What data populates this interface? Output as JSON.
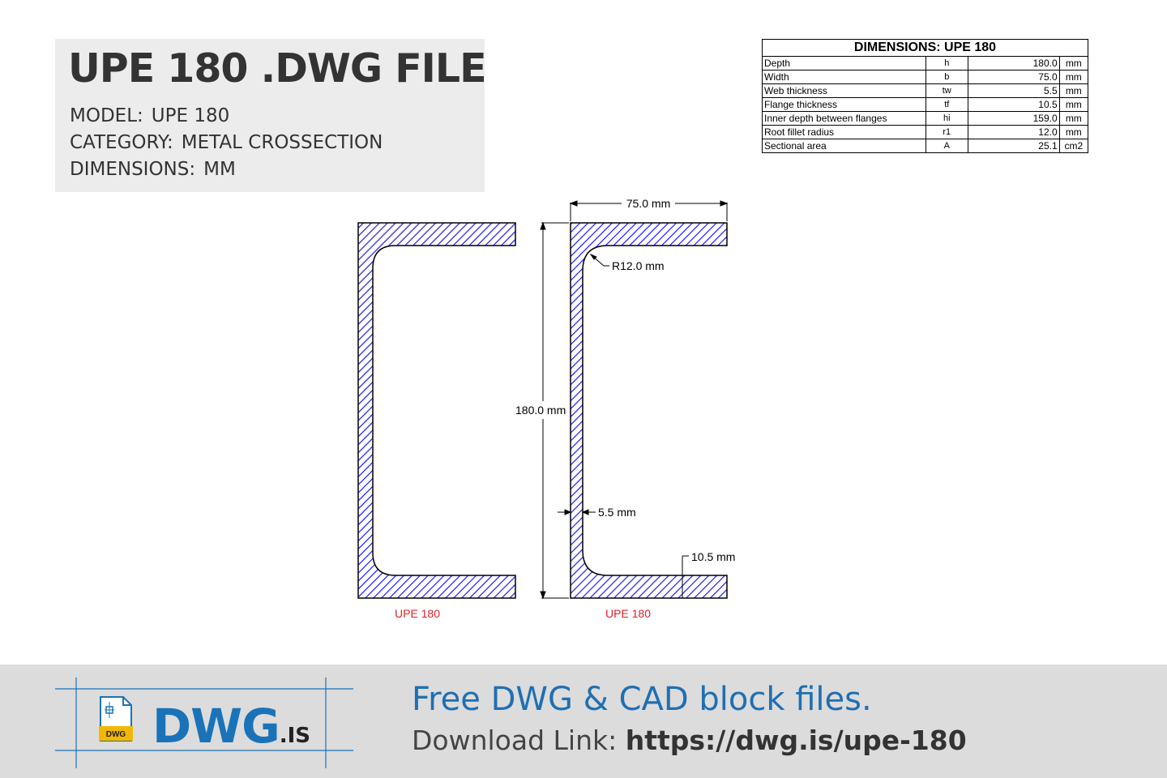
{
  "title": "UPE 180 .DWG FILE",
  "meta": {
    "model_label": "MODEL:",
    "model_value": "UPE 180",
    "category_label": "CATEGORY:",
    "category_value": "METAL CROSSECTION",
    "dimensions_label": "DIMENSIONS:",
    "dimensions_value": "MM"
  },
  "dimensions_table": {
    "title": "DIMENSIONS: UPE 180",
    "rows": [
      {
        "name": "Depth",
        "symbol": "h",
        "value": "180.0",
        "unit": "mm"
      },
      {
        "name": "Width",
        "symbol": "b",
        "value": "75.0",
        "unit": "mm"
      },
      {
        "name": "Web thickness",
        "symbol": "tw",
        "value": "5.5",
        "unit": "mm"
      },
      {
        "name": "Flange thickness",
        "symbol": "tf",
        "value": "10.5",
        "unit": "mm"
      },
      {
        "name": "Inner depth between flanges",
        "symbol": "hi",
        "value": "159.0",
        "unit": "mm"
      },
      {
        "name": "Root fillet radius",
        "symbol": "r1",
        "value": "12.0",
        "unit": "mm"
      },
      {
        "name": "Sectional area",
        "symbol": "A",
        "value": "25.1",
        "unit": "cm2"
      }
    ]
  },
  "drawing": {
    "width_label": "75.0 mm",
    "radius_label": "R12.0 mm",
    "height_label": "180.0 mm",
    "web_label": "5.5 mm",
    "flange_label": "10.5 mm",
    "caption_left": "UPE 180",
    "caption_right": "UPE 180",
    "hatch_color": "#1a1aff",
    "caption_color": "#e0202a"
  },
  "footer": {
    "logo_main": "DWG",
    "logo_suffix": ".IS",
    "logo_file_badge": "DWG",
    "tagline": "Free DWG & CAD block files.",
    "download_label": "Download Link:",
    "download_url": "https://dwg.is/upe-180",
    "brand_color": "#1a73b8"
  }
}
